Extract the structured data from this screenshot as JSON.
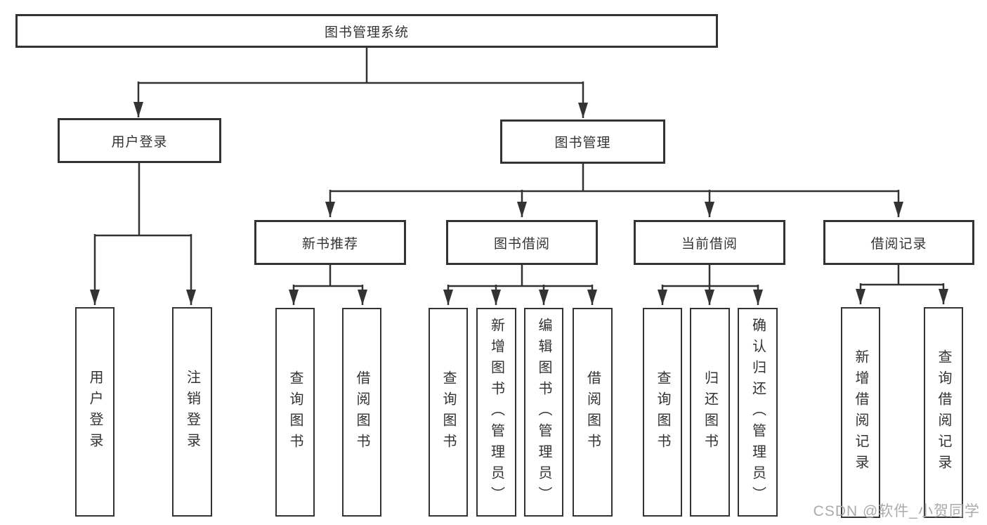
{
  "diagram": {
    "title": "图书管理系统",
    "branches": [
      {
        "label": "用户登录",
        "leaves": [
          {
            "label": "用户登录"
          },
          {
            "label": "注销登录"
          }
        ]
      },
      {
        "label": "图书管理",
        "groups": [
          {
            "label": "新书推荐",
            "leaves": [
              {
                "label": "查询图书"
              },
              {
                "label": "借阅图书"
              }
            ]
          },
          {
            "label": "图书借阅",
            "leaves": [
              {
                "label": "查询图书"
              },
              {
                "label": "新增图书（管理员）"
              },
              {
                "label": "编辑图书（管理员）"
              },
              {
                "label": "借阅图书"
              }
            ]
          },
          {
            "label": "当前借阅",
            "leaves": [
              {
                "label": "查询图书"
              },
              {
                "label": "归还图书"
              },
              {
                "label": "确认归还（管理员）"
              }
            ]
          },
          {
            "label": "借阅记录",
            "leaves": [
              {
                "label": "新增借阅记录"
              },
              {
                "label": "查询借阅记录"
              }
            ]
          }
        ]
      }
    ]
  },
  "watermark": {
    "text": "CSDN @软件_小贺同学",
    "color": "#ababab"
  },
  "colors": {
    "line": "#333333",
    "box_border": "#333333",
    "text": "#333333",
    "background": "#ffffff"
  }
}
